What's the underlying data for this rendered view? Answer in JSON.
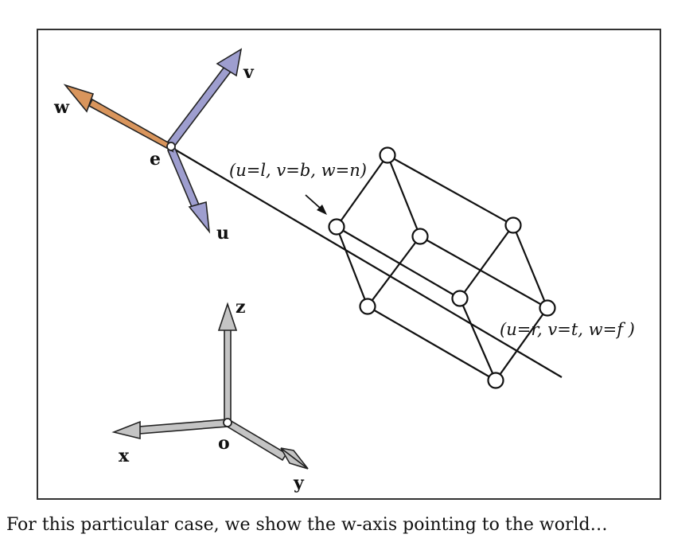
{
  "labels": {
    "v": "v",
    "w": "w",
    "e": "e",
    "u": "u",
    "z": "z",
    "x": "x",
    "o": "o",
    "y": "y",
    "near_corner": "(u=l, v=b, w=n)",
    "far_corner": "(u=r, v=t, w=f )"
  },
  "caption": "For this particular case, we show the w-axis pointing to the world…",
  "colors": {
    "w_axis": "#d9955c",
    "uv_axes": "#9e9ecf",
    "world_axes": "#c4c4c4",
    "stroke": "#111111"
  }
}
